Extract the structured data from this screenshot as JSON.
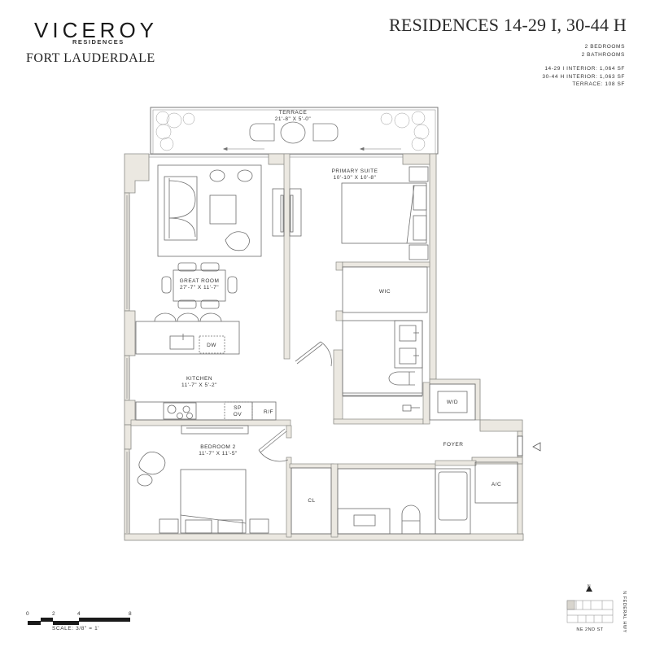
{
  "brand": {
    "name": "VICEROY",
    "subtitle": "RESIDENCES",
    "city": "FORT LAUDERDALE"
  },
  "header": {
    "title": "RESIDENCES 14-29 I, 30-44 H",
    "bedrooms": "2 BEDROOMS",
    "bathrooms": "2 BATHROOMS",
    "interior_14_29": "14-29 I INTERIOR: 1,064 SF",
    "interior_30_44": "30-44 H INTERIOR: 1,063 SF",
    "terrace": "TERRACE: 108 SF"
  },
  "rooms": {
    "terrace": {
      "name": "TERRACE",
      "dims": "21'-8\" X 5'-0\""
    },
    "primary_suite": {
      "name": "PRIMARY SUITE",
      "dims": "10'-10\" X 10'-8\""
    },
    "great_room": {
      "name": "GREAT ROOM",
      "dims": "27'-7\" X 11'-7\""
    },
    "kitchen": {
      "name": "KITCHEN",
      "dims": "11'-7\" X 5'-2\""
    },
    "bedroom_2": {
      "name": "BEDROOM 2",
      "dims": "11'-7\" X 11'-5\""
    },
    "wic": "WIC",
    "wd": "W/D",
    "foyer": "FOYER",
    "cl": "CL",
    "ac": "A/C",
    "dw": "DW",
    "sp": "SP",
    "ov": "OV",
    "rf": "R/F"
  },
  "scale": {
    "ticks": [
      "0",
      "2",
      "4",
      "8"
    ],
    "label": "SCALE: 3/8\" = 1'"
  },
  "key_plan": {
    "north": "N",
    "street_bottom": "NE 2ND ST",
    "street_right": "N FEDERAL HWY"
  },
  "colors": {
    "wall_fill": "#ebe8e1",
    "wall_stroke": "#8a8a86",
    "line": "#6d6d6d"
  }
}
